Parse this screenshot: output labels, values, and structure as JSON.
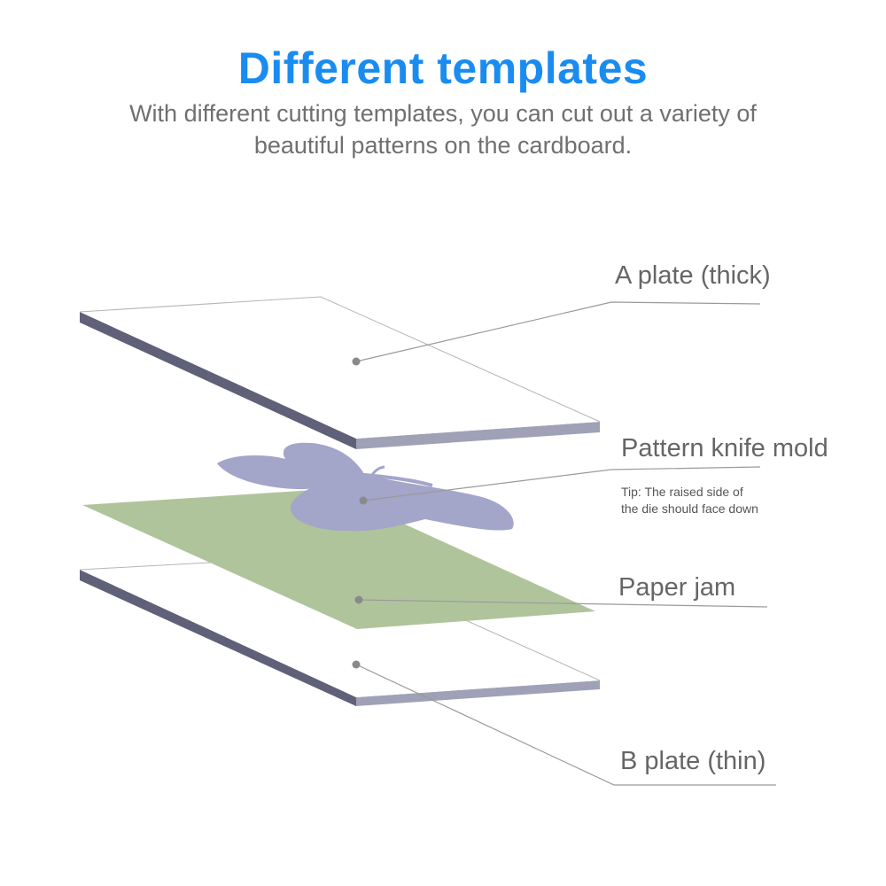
{
  "header": {
    "title": "Different templates",
    "subtitle_line1": "With different cutting templates, you can cut out a variety of",
    "subtitle_line2": "beautiful patterns on the cardboard."
  },
  "labels": {
    "a_plate": "A plate (thick)",
    "pattern_mold": "Pattern knife mold",
    "tip_line1": "Tip: The raised side of",
    "tip_line2": "the die should face down",
    "paper_jam": "Paper jam",
    "b_plate": "B plate (thin)"
  },
  "colors": {
    "title": "#1a8cf0",
    "plate_edge": "#767a92",
    "butterfly": "#a3a5c9",
    "paper": "#b0c49c",
    "leader": "#9a9a9a"
  }
}
